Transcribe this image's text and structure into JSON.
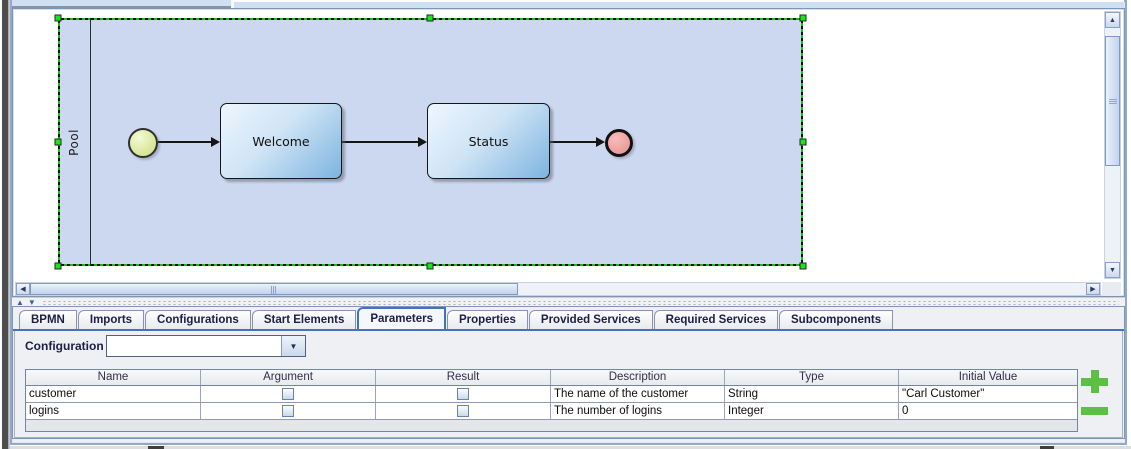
{
  "canvas": {
    "pool_label": "Pool",
    "tasks": [
      {
        "label": "Welcome"
      },
      {
        "label": "Status"
      }
    ],
    "start_event": "start-event-circle",
    "end_event": "end-event-circle"
  },
  "bottom_panel": {
    "tabs": [
      "BPMN",
      "Imports",
      "Configurations",
      "Start Elements",
      "Parameters",
      "Properties",
      "Provided Services",
      "Required Services",
      "Subcomponents"
    ],
    "selected_tab": "Parameters",
    "configuration": {
      "label": "Configuration",
      "value": ""
    },
    "parameters_table": {
      "columns": [
        "Name",
        "Argument",
        "Result",
        "Description",
        "Type",
        "Initial Value"
      ],
      "rows": [
        {
          "name": "customer",
          "argument_checked": false,
          "result_checked": false,
          "description": "The name of the customer",
          "type": "String",
          "initial_value": "\"Carl Customer\""
        },
        {
          "name": "logins",
          "argument_checked": false,
          "result_checked": false,
          "description": "The number of logins",
          "type": "Integer",
          "initial_value": "0"
        }
      ]
    }
  },
  "icons": {
    "scroll_up": "▲",
    "scroll_down": "▼",
    "scroll_left": "◀",
    "scroll_right": "▶",
    "combo_arrow": "▼",
    "collapse_up": "▲",
    "collapse_down": "▼"
  },
  "colors": {
    "selection_green": "#1ce31c",
    "pool_fill": "#ccd8f0",
    "task_gradient_end": "#7db4e0",
    "accent_blue": "#4273bc",
    "button_green": "#5cc143"
  }
}
